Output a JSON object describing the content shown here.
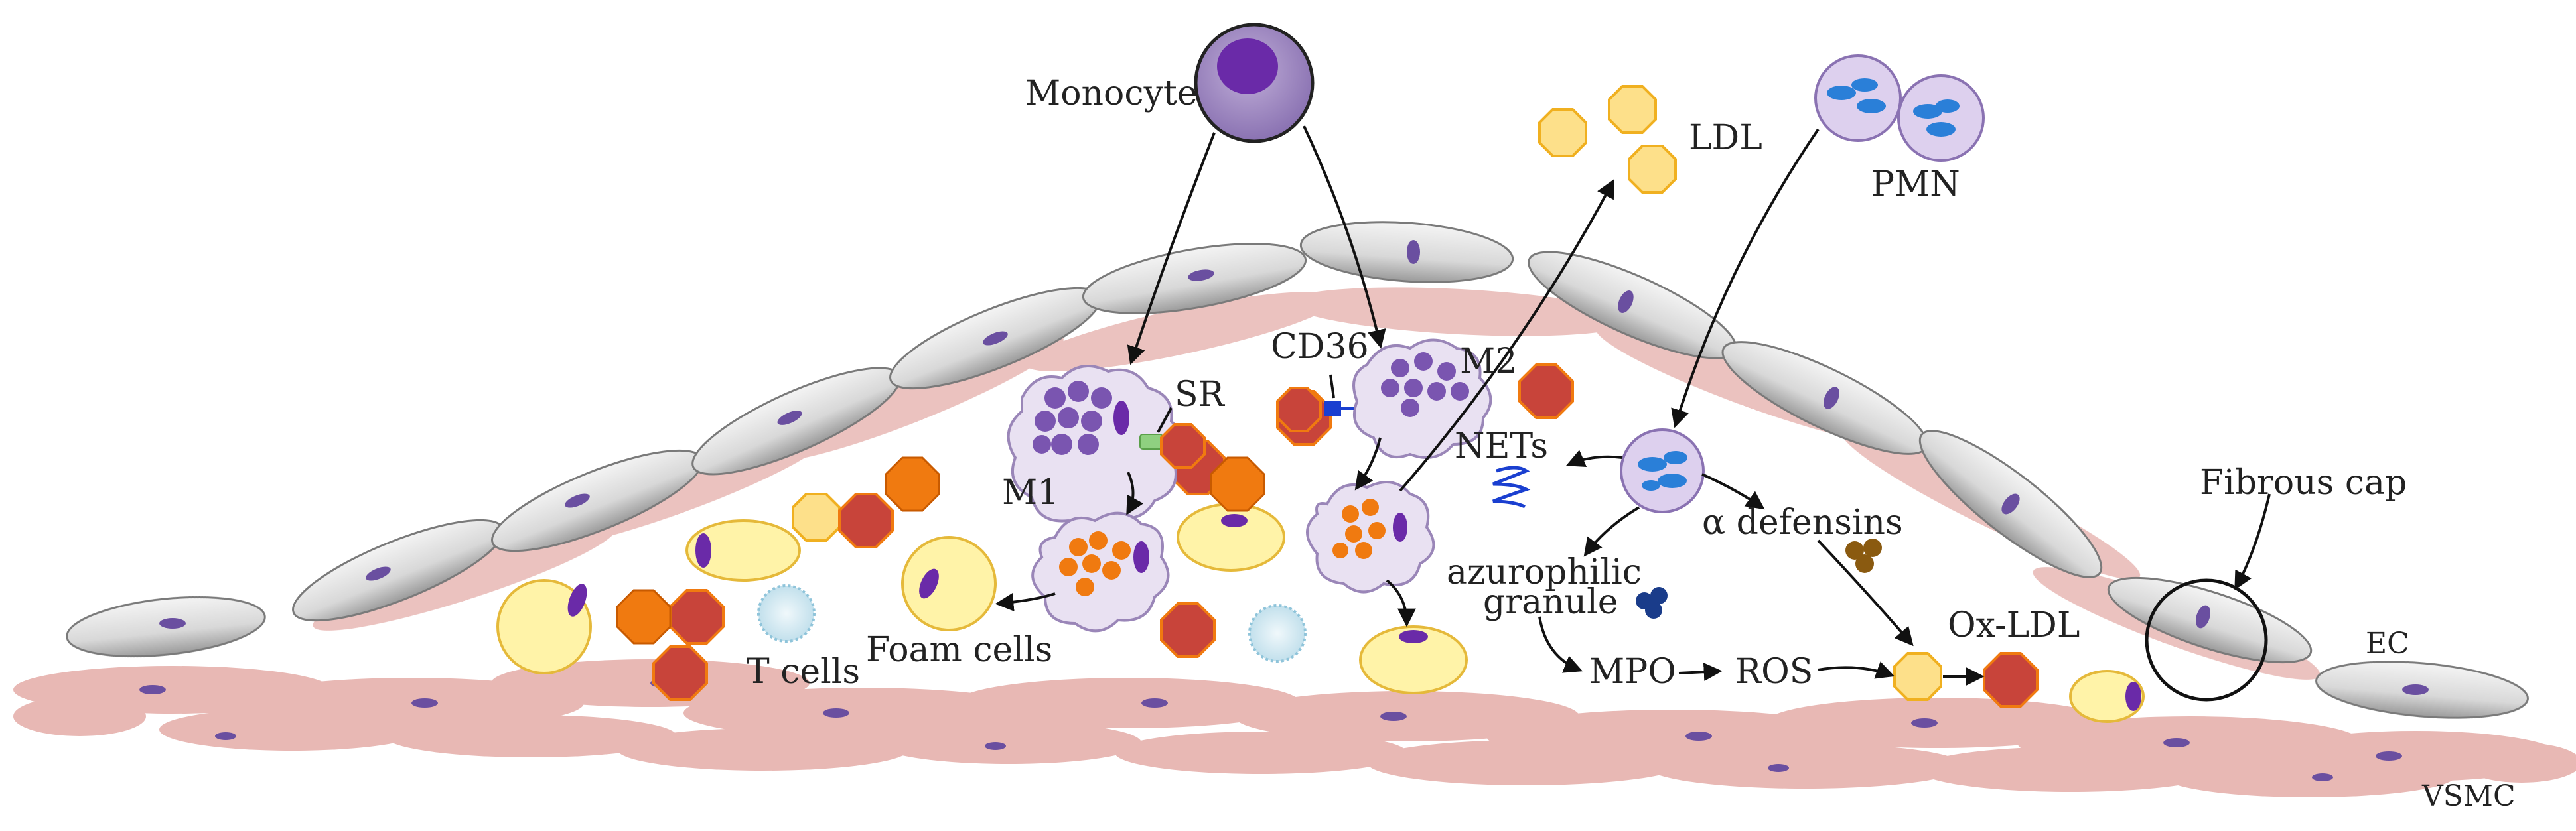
{
  "labels": {
    "monocyte": "Monocyte",
    "ldl": "LDL",
    "pmn": "PMN",
    "cd36": "CD36",
    "m2": "M2",
    "sr": "SR",
    "m1": "M1",
    "nets": "NETs",
    "alpha_defensins": "α defensins",
    "azurophilic_line1": "azurophilic",
    "azurophilic_line2": "granule",
    "fibrous_cap": "Fibrous cap",
    "t_cells": "T cells",
    "foam_cells": "Foam cells",
    "mpo": "MPO",
    "ros": "ROS",
    "ox_ldl": "Ox-LDL",
    "ec": "EC",
    "vsmc": "VSMC"
  },
  "colors": {
    "endothelium_fill": "#dcdcdc",
    "endothelium_nucleus": "#6a4fa0",
    "smooth_muscle": "#e8b8b4",
    "monocyte_body": "#a58fc4",
    "monocyte_nucleus": "#6a2aa8",
    "macrophage_body": "#e9e1f2",
    "macrophage_granules": "#7a55b0",
    "foam_cell_fill": "#fff3a8",
    "foam_cell_border": "#e5b93a",
    "ldl_fill": "#fde08a",
    "ldl_border": "#f0b020",
    "ox_ldl_fill": "#c8443a",
    "orange_particle": "#f07a10",
    "pmn_body": "#ddd0ee",
    "pmn_nucleus": "#2a7fd8",
    "t_cell_fill": "#d6ecf4",
    "cd36_receptor": "#1a3fd0",
    "sr_receptor": "#8fd080",
    "nets_color": "#1a3fd0",
    "azurophilic_granule": "#1a3c8a",
    "defensin_color": "#8a5a10"
  }
}
